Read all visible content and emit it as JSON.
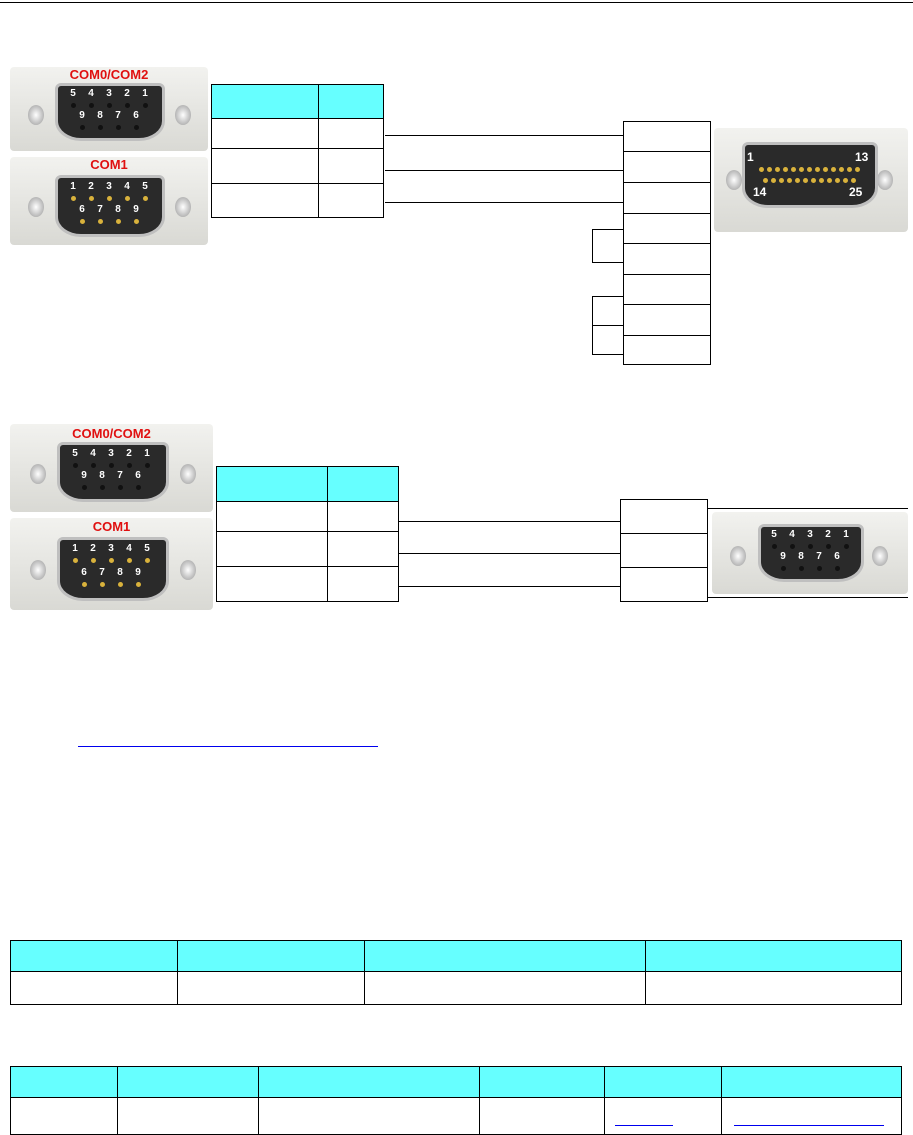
{
  "diagram1": {
    "connector_a_label": "COM0/COM2",
    "connector_a_pins_top": [
      "5",
      "4",
      "3",
      "2",
      "1"
    ],
    "connector_a_pins_bottom": [
      "9",
      "8",
      "7",
      "6"
    ],
    "connector_b_label": "COM1",
    "connector_b_pins_top": [
      "1",
      "2",
      "3",
      "4",
      "5"
    ],
    "connector_b_pins_bottom": [
      "6",
      "7",
      "8",
      "9"
    ],
    "db25_pins_left_top": "1",
    "db25_pins_right_top": "13",
    "db25_pins_left_bottom": "14",
    "db25_pins_right_bottom": "25"
  },
  "diagram2": {
    "connector_a_label": "COM0/COM2",
    "connector_a_pins_top": [
      "5",
      "4",
      "3",
      "2",
      "1"
    ],
    "connector_a_pins_bottom": [
      "9",
      "8",
      "7",
      "6"
    ],
    "connector_b_label": "COM1",
    "connector_b_pins_top": [
      "1",
      "2",
      "3",
      "4",
      "5"
    ],
    "connector_b_pins_bottom": [
      "6",
      "7",
      "8",
      "9"
    ],
    "db9_pins_top": [
      "5",
      "4",
      "3",
      "2",
      "1"
    ],
    "db9_pins_bottom": [
      "9",
      "8",
      "7",
      "6"
    ]
  },
  "colors": {
    "table_header": "#66ffff",
    "connector_label": "#e01010",
    "link": "#0000ee"
  }
}
